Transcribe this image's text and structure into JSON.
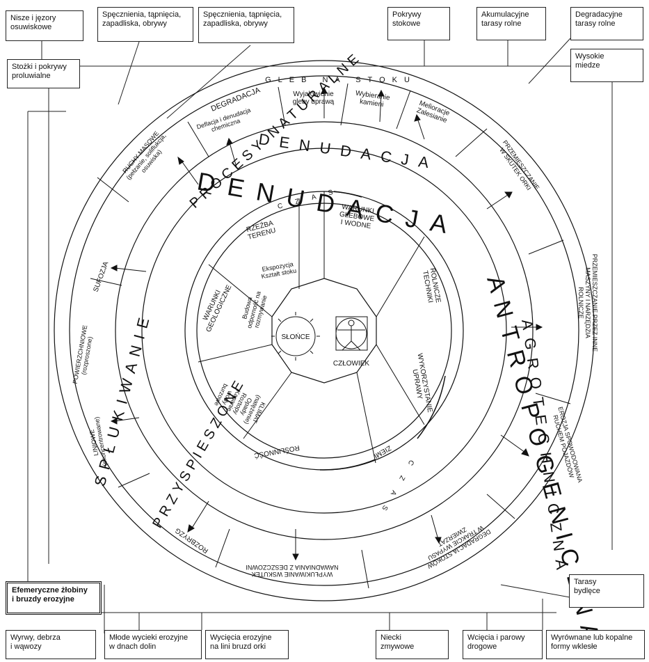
{
  "top_boxes": [
    {
      "id": "nisze",
      "text": "Nisze i jęzory\nosuwiskowe"
    },
    {
      "id": "spekania1",
      "text": "Spęcznienia, tąpnięcia,\nzapadliska, obrywy"
    },
    {
      "id": "spekania2",
      "text": "Spęcznienia, tąpnięcia,\nzapadliska, obrywy"
    },
    {
      "id": "pokrywy",
      "text": "Pokrywy\nstokowe"
    },
    {
      "id": "akumulacyjne",
      "text": "Akumulacyjne\ntarasy rolne"
    },
    {
      "id": "degradacyjne",
      "text": "Degradacyjne\ntarasy rolne"
    }
  ],
  "side_boxes": [
    {
      "id": "stozki",
      "text": "Stożki i pokrywy\nproluwialne"
    },
    {
      "id": "miedze",
      "text": "Wysokie\nmiedze"
    },
    {
      "id": "bydlece",
      "text": "Tarasy\nbydlęce"
    },
    {
      "id": "efemeryczne",
      "text": "Efemeryczne żłobiny\ni bruzdy erozyjne"
    }
  ],
  "bottom_boxes": [
    {
      "id": "wyrwy",
      "text": "Wyrwy, debrza\ni wąwozy"
    },
    {
      "id": "mlode",
      "text": "Młode wycieki erozyjne\nw dnach dolin"
    },
    {
      "id": "wyciecia",
      "text": "Wycięcia erozyjne\nna lini bruzd orki"
    },
    {
      "id": "niecki",
      "text": "Niecki\nzmywowe"
    },
    {
      "id": "wciecia",
      "text": "Wcięcia i parowy\ndrogowe"
    },
    {
      "id": "wyrownane",
      "text": "Wyrównane lub kopalne\nformy wklesłe"
    }
  ],
  "outer_ring": {
    "top_title": "GLEB NA STOKU",
    "degradacja": "DEGRADACJA",
    "deflacja": "Deflacja i denudacja\nchemiczna",
    "wyjalowienie": "Wyjałowienie\ngleby uprawą",
    "wybieranie": "Wybieranie\nkamieni",
    "melioracje": "Melioracje\nZalesianie",
    "ruchy": "RUCHY MASOWE\n(pełzanie, soliflukcja,\nosuwiska)",
    "przemieszczanie_orka": "PRZEMIESZCZANIE\nW SKUTEK ORKI",
    "przemieszczanie_masz": "PRZEMIESZCZANIE PRZEZ INNE\nMASZYNY I NARZĘDZIA\nROLNICZE",
    "sufozja": "SUFOZJA",
    "powierzchniowe": "POWIERZCHNIOWE\n(rozproszone)",
    "erozja": "EROZJA SPOWODOWANA\nRUCHEM POJAZDÓW",
    "liniowe": "LINIOWE\n(skoncentrowane)",
    "rozbryzg": "ROZBRYZG",
    "degradacja_stokow": "DEGRADACJA STOKÓW\nW TRAKCIE WYPASU\nZWIERZĄT",
    "wyplukiwanie": "WYPŁUKIWANIE WSKUTEK\nNAWADNIANIA Z DESZCZOWNI"
  },
  "big_ring": {
    "denudacja_top": "DENUDACJA",
    "denudacja_big": "DENUDACJA",
    "naturalne": "PROCESY NATURALNE",
    "splukiwanie": "SPŁUKIWANIE",
    "przyspieszone": "PRZYSPIESZONE",
    "antropogeniczna": "ANTROPOGENICZNA",
    "agrotechniczna": "AGROTECHNICZNA"
  },
  "inner_ring": {
    "czas_top": "C Z A S",
    "czas_bottom": "C Z A S",
    "warunki_glebowe": "WARUNKI\nGLEBOWE\nI WODNE",
    "rzezba": "RZEŹBA\nTERENU",
    "ekspozycja": "Ekspozycja\nKształt stoku",
    "warunki_geo": "WARUNKI\nGEOLOGICZNE",
    "budowa": "Budowa\nodporność na\nrozmywanie",
    "rolnicze": "ROLNICZE\nTECHNIKI",
    "wykorzystanie": "WYKORZYSTANIE\nUPRAWY",
    "ziemi": "ZIEMI",
    "klimat": "KLIMAT\n(natężenie)\nOpady\nRoztopy\nKapanie\nwody\nburzowe",
    "roslinnosc": "ROŚLINNOŚĆ"
  },
  "center": {
    "slonce": "SŁOŃCE",
    "czlowiek": "CZŁOWIEK"
  }
}
